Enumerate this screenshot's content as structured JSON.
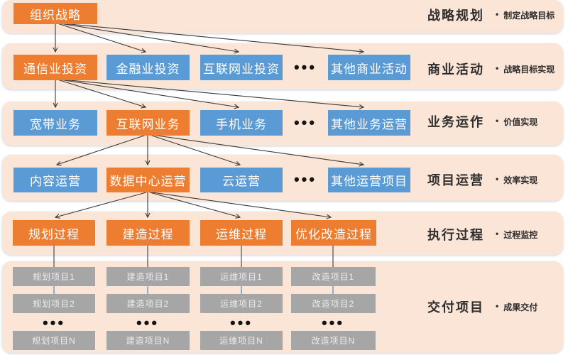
{
  "colors": {
    "orange": "#ED7D31",
    "blue": "#5B9BD5",
    "gray": "#A6A6A6",
    "band": "#FBE5D6",
    "arrow": "#3A3A3A",
    "connector_blue": "#8FAECE"
  },
  "ui": {
    "bullet_dot": "•"
  },
  "rows": [
    {
      "title": "战略规划",
      "bullet": "制定战略目标",
      "boxes": [
        {
          "label": "组织战略",
          "variant": "orange"
        }
      ]
    },
    {
      "title": "商业活动",
      "bullet": "战略目标实现",
      "ellipsis": "•••",
      "boxes": [
        {
          "label": "通信业投资",
          "variant": "orange"
        },
        {
          "label": "金融业投资",
          "variant": "blue"
        },
        {
          "label": "互联网业投资",
          "variant": "blue"
        },
        {
          "label": "其他商业活动",
          "variant": "blue"
        }
      ]
    },
    {
      "title": "业务运作",
      "bullet": "价值实现",
      "ellipsis": "•••",
      "boxes": [
        {
          "label": "宽带业务",
          "variant": "blue"
        },
        {
          "label": "互联网业务",
          "variant": "orange"
        },
        {
          "label": "手机业务",
          "variant": "blue"
        },
        {
          "label": "其他业务运营",
          "variant": "blue"
        }
      ]
    },
    {
      "title": "项目运营",
      "bullet": "效率实现",
      "ellipsis": "•••",
      "boxes": [
        {
          "label": "内容运营",
          "variant": "blue"
        },
        {
          "label": "数据中心运营",
          "variant": "orange"
        },
        {
          "label": "云运营",
          "variant": "blue"
        },
        {
          "label": "其他运营项目",
          "variant": "blue"
        }
      ]
    },
    {
      "title": "执行过程",
      "bullet": "过程监控",
      "boxes": [
        {
          "label": "规划过程",
          "variant": "orange"
        },
        {
          "label": "建造过程",
          "variant": "orange"
        },
        {
          "label": "运维过程",
          "variant": "orange"
        },
        {
          "label": "优化改造过程",
          "variant": "orange"
        }
      ]
    },
    {
      "title": "交付项目",
      "bullet": "成果交付",
      "ellipsis": "•••",
      "columns": [
        [
          "规划项目1",
          "规划项目2",
          "规划项目N"
        ],
        [
          "建造项目1",
          "建造项目2",
          "建造项目N"
        ],
        [
          "运维项目1",
          "运维项目2",
          "运维项目N"
        ],
        [
          "改造项目1",
          "改造项目2",
          "改造项目N"
        ]
      ]
    }
  ]
}
